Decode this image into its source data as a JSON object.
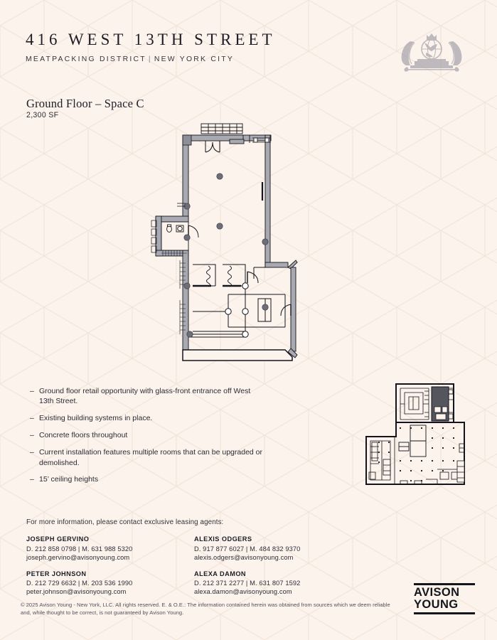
{
  "header": {
    "building_name": "416 WEST 13TH STREET",
    "locality": "MEATPACKING DISTRICT",
    "separator": "|",
    "city": "NEW YORK CITY",
    "crest_icon": "heraldic-crest-icon"
  },
  "space": {
    "title": "Ground Floor – Space C",
    "size": "2,300 SF"
  },
  "features": {
    "dash": "–",
    "items": [
      "Ground floor retail opportunity with glass-front entrance off West 13th Street.",
      "Existing building systems in place.",
      "Concrete floors throughout",
      "Current installation features multiple rooms that can be upgraded or demolished.",
      "15’ ceiling heights"
    ]
  },
  "contacts": {
    "intro": "For more information, please contact exclusive leasing agents:",
    "left": [
      {
        "name": "JOSEPH GERVINO",
        "phones": "D. 212 858 0798  |  M. 631 988 5320",
        "email": "joseph.gervino@avisonyoung.com"
      },
      {
        "name": "PETER JOHNSON",
        "phones": "D. 212 729 6632  |  M. 203 536 1990",
        "email": "peter.johnson@avisonyoung.com"
      }
    ],
    "right": [
      {
        "name": "ALEXIS ODGERS",
        "phones": "D. 917 877 6027  |  M. 484 832 9370",
        "email": "alexis.odgers@avisonyoung.com"
      },
      {
        "name": "ALEXA DAMON",
        "phones": "D. 212 371 2277  |  M. 631 807 1592",
        "email": "alexa.damon@avisonyoung.com"
      }
    ]
  },
  "footer": {
    "disclaimer": "© 2025 Avison Young - New York, LLC. All rights reserved.  E. & O.E.: The information contained herein was obtained from sources which we deem reliable and, while thought to be correct, is not guaranteed by Avison Young.",
    "logo_line1": "AVISON",
    "logo_line2": "YOUNG"
  },
  "colors": {
    "page_background": "#fbf3ec",
    "pattern_line": "#f3e6da",
    "ink": "#2b2b33",
    "wall_fill": "#a9a9b2",
    "wall_outline": "#14141c",
    "column_fill": "#6e6e78",
    "keyplan_highlight": "#5a5a62"
  },
  "floorplan": {
    "name": "ground-floor-space-c-plan",
    "description": "Ground floor retail plan with storefront entrance at top, bathroom at left, interior partitions and chamfered corner at lower right"
  },
  "keyplan": {
    "name": "building-key-plan",
    "description": "Full building footprint key plan with subject space shaded at upper right"
  }
}
